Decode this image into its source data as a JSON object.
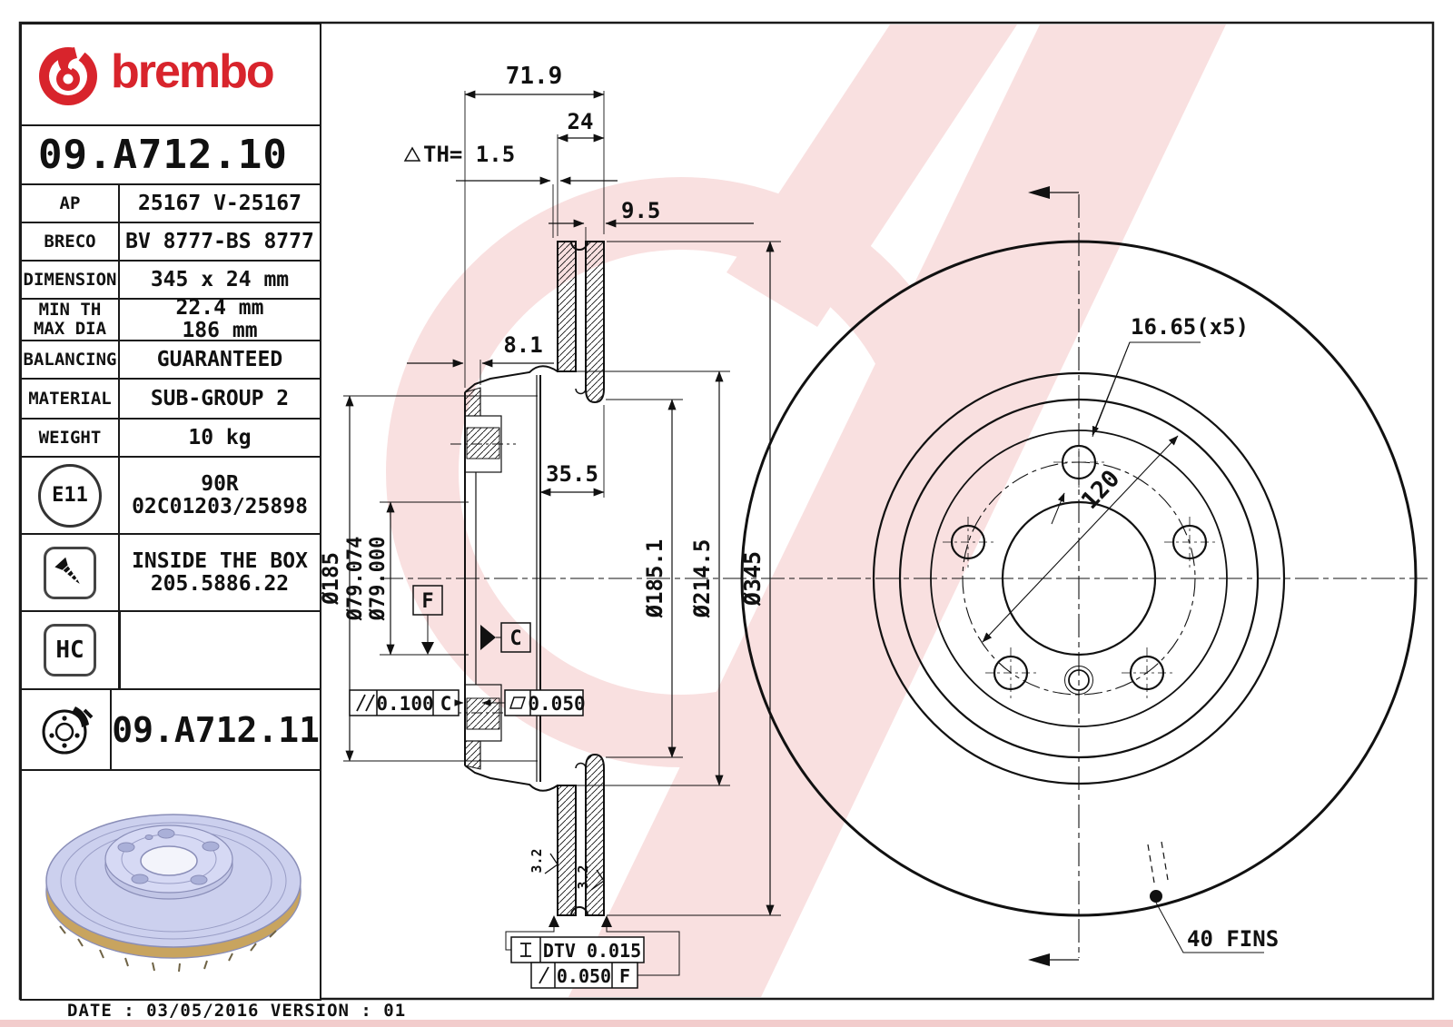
{
  "brand": {
    "name": "brembo"
  },
  "part_number": "09.A712.10",
  "table": {
    "rows": [
      {
        "label": "AP",
        "value": "25167 V-25167"
      },
      {
        "label": "BRECO",
        "value": "BV 8777-BS 8777"
      },
      {
        "label": "DIMENSION",
        "value": "345 x 24 mm"
      },
      {
        "label": "MIN TH",
        "value": "22.4 mm"
      },
      {
        "label": "MAX DIA",
        "value": "186 mm"
      },
      {
        "label": "BALANCING",
        "value": "GUARANTEED"
      },
      {
        "label": "MATERIAL",
        "value": "SUB-GROUP 2"
      },
      {
        "label": "WEIGHT",
        "value": "10 kg"
      }
    ],
    "homologation": {
      "badge": "E11",
      "line1": "90R",
      "line2": "02C01203/25898"
    },
    "box": {
      "line1": "INSIDE THE BOX",
      "line2": "205.5886.22"
    },
    "coating_badge": "HC",
    "coated_variant": "09.A712.11"
  },
  "footer": {
    "date_line": "DATE : 03/05/2016 VERSION : 01"
  },
  "section": {
    "width_total": "71.9",
    "band_thickness": "24",
    "th_label": "TH= 1.5",
    "plate_thickness": "9.5",
    "flange_thickness": "8.1",
    "band_offset": "35.5",
    "hat_diameter": "Ø185",
    "bore_upper": "Ø79.074",
    "bore_lower": "Ø79.000",
    "band_inner_diameter": "Ø185.1",
    "vane_root_diameter": "Ø214.5",
    "outer_diameter": "Ø345",
    "parallelism_value": "0.100",
    "parallelism_datum": "C",
    "flatness_value": "0.050",
    "dtv_value": "DTV 0.015",
    "runout_value": "0.050",
    "runout_datum": "F",
    "roughness_left": "3.2",
    "roughness_right": "3.2",
    "datum_f": "F",
    "datum_c": "C"
  },
  "front": {
    "bolt_holes": "16.65(x5)",
    "bolt_circle": "120",
    "fins": "40 FINS"
  }
}
